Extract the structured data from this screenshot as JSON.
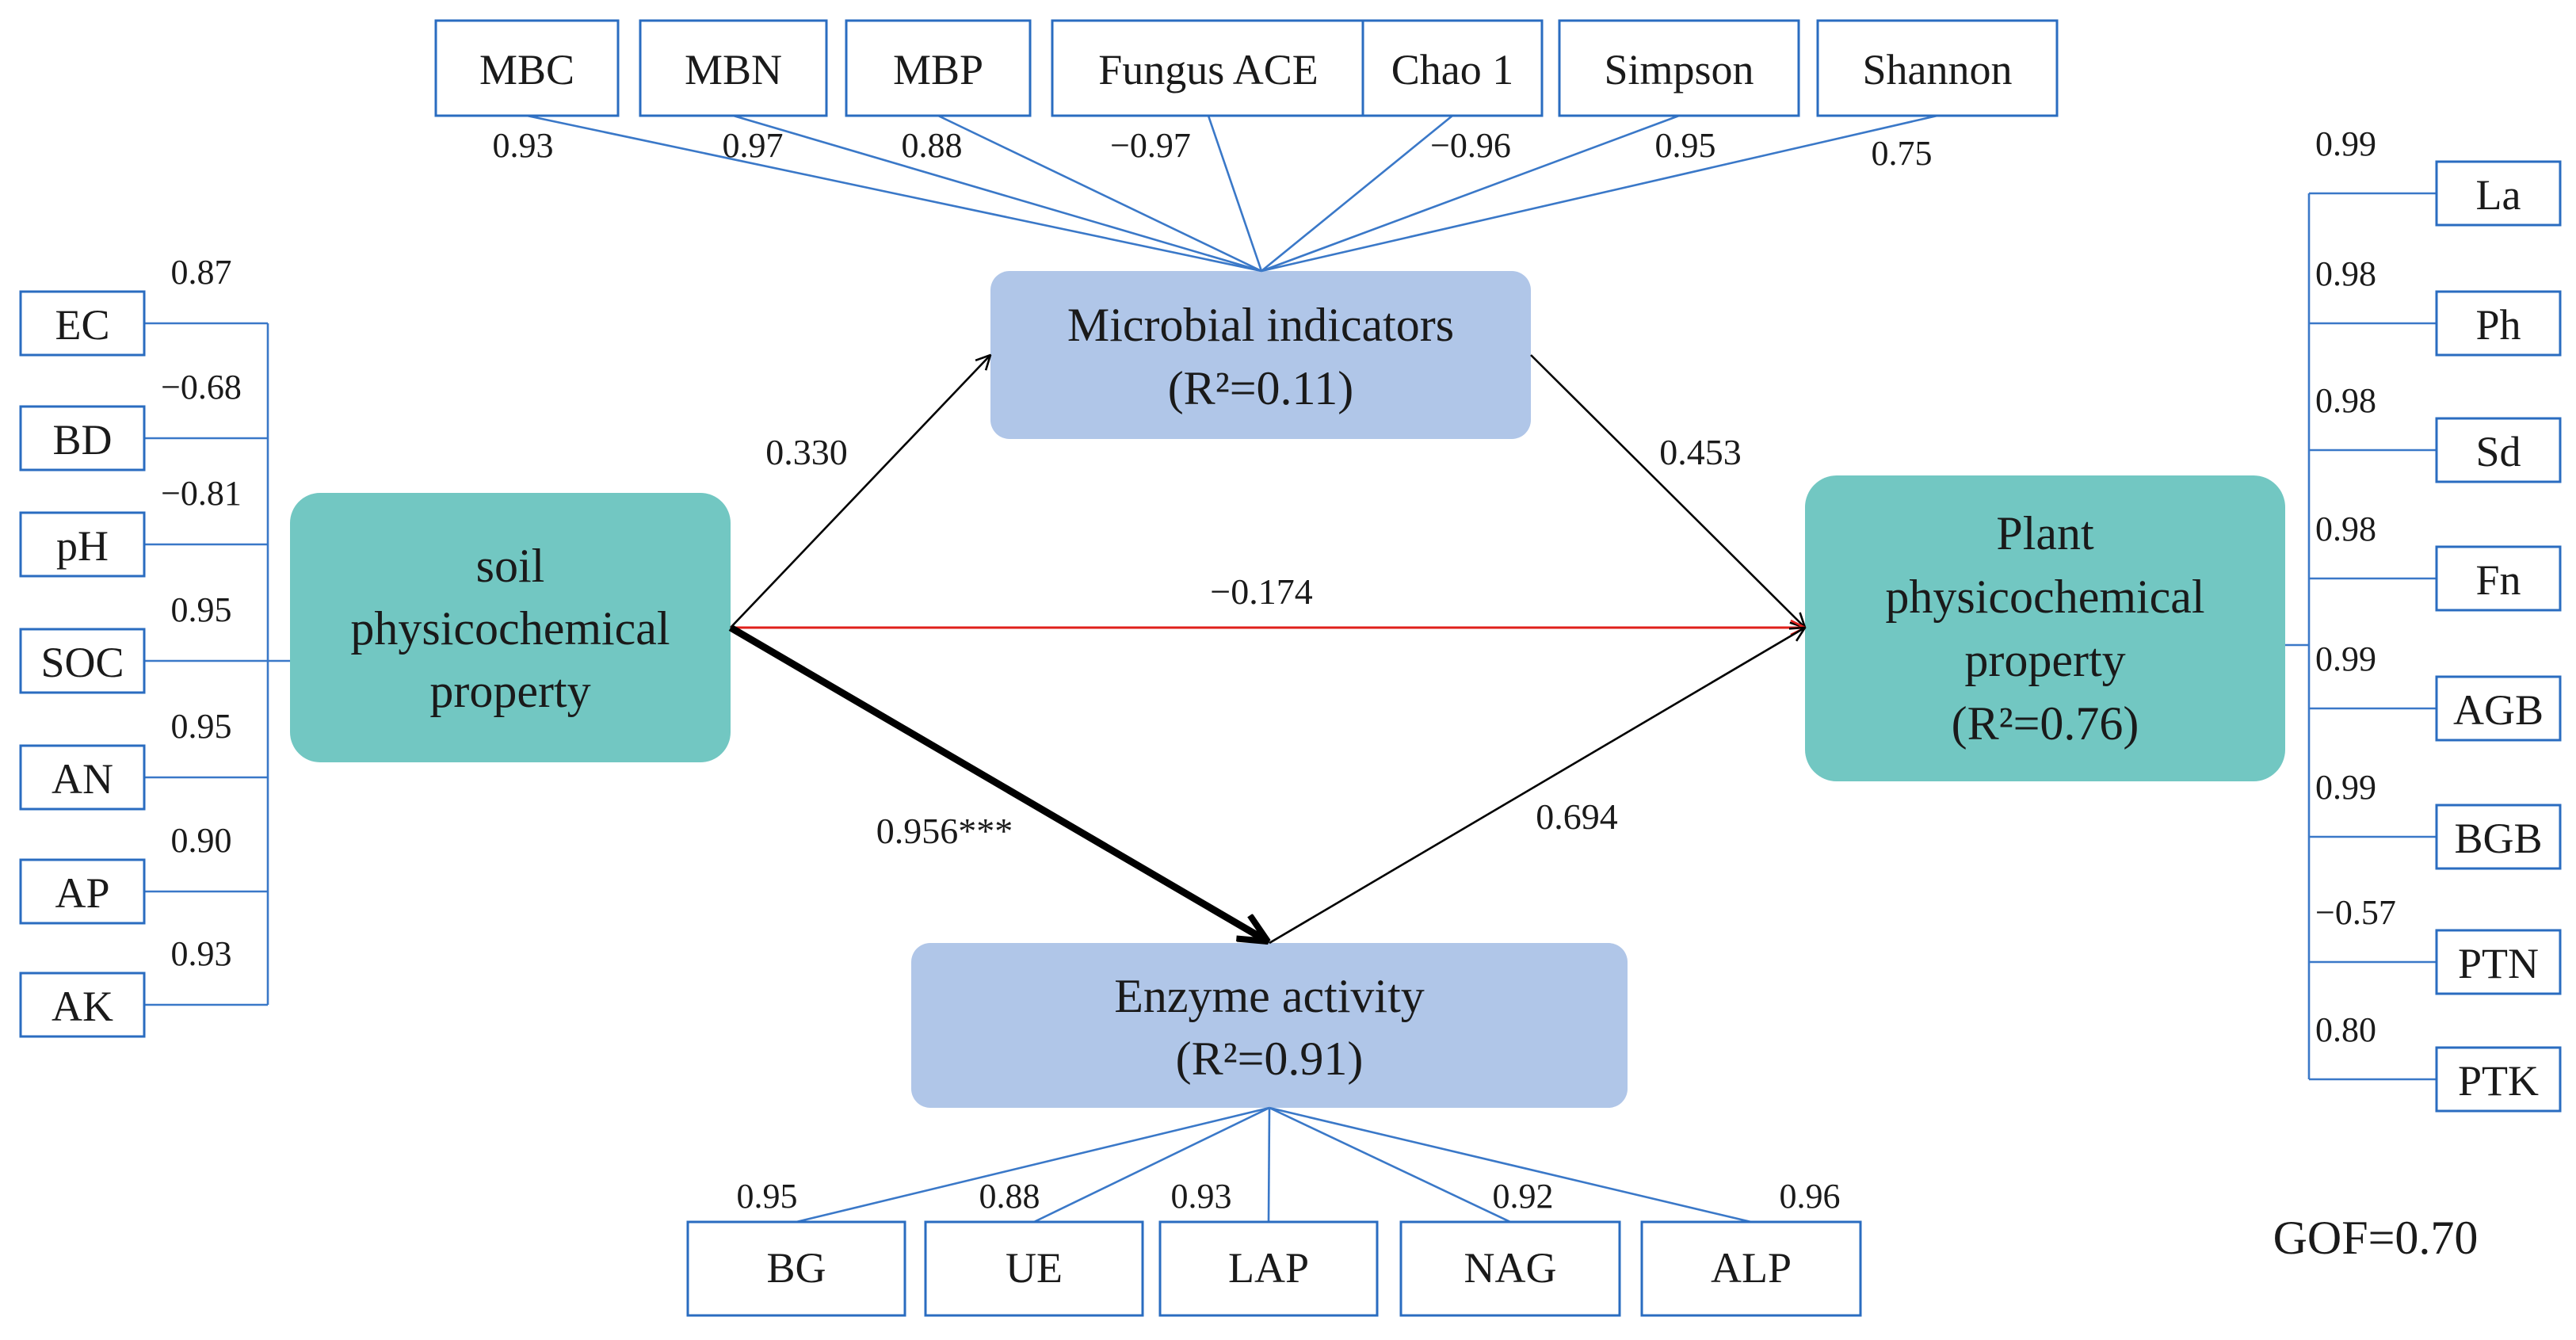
{
  "latents": {
    "soil": {
      "line1": "soil",
      "line2": "physicochemical",
      "line3": "property",
      "color": "#72c7c2"
    },
    "microbial": {
      "line1": "Microbial indicators",
      "line2": "(R²=0.11)",
      "color": "#b0c6e8"
    },
    "enzyme": {
      "line1": "Enzyme activity",
      "line2": "(R²=0.91)",
      "color": "#b0c6e8"
    },
    "plant": {
      "line1": "Plant",
      "line2": "physicochemical",
      "line3": "property",
      "line4": "(R²=0.76)",
      "color": "#72c7c2"
    }
  },
  "paths": {
    "soil_microbial": "0.330",
    "microbial_plant": "0.453",
    "soil_plant": "−0.174",
    "soil_enzyme": "0.956***",
    "enzyme_plant": "0.694"
  },
  "path_colors": {
    "negative": "#e0201b",
    "positive": "#000000"
  },
  "indicators": {
    "soil": [
      {
        "label": "EC",
        "loading": "0.87"
      },
      {
        "label": "BD",
        "loading": "−0.68"
      },
      {
        "label": "pH",
        "loading": "−0.81"
      },
      {
        "label": "SOC",
        "loading": "0.95"
      },
      {
        "label": "AN",
        "loading": "0.95"
      },
      {
        "label": "AP",
        "loading": "0.90"
      },
      {
        "label": "AK",
        "loading": "0.93"
      }
    ],
    "microbial": [
      {
        "label": "MBC",
        "loading": "0.93"
      },
      {
        "label": "MBN",
        "loading": "0.97"
      },
      {
        "label": "MBP",
        "loading": "0.88"
      },
      {
        "label": "Fungus ACE",
        "loading": "−0.97"
      },
      {
        "label": "Chao 1",
        "loading": "−0.96"
      },
      {
        "label": "Simpson",
        "loading": "0.95"
      },
      {
        "label": "Shannon",
        "loading": "0.75"
      }
    ],
    "enzyme": [
      {
        "label": "BG",
        "loading": "0.95"
      },
      {
        "label": "UE",
        "loading": "0.88"
      },
      {
        "label": "LAP",
        "loading": "0.93"
      },
      {
        "label": "NAG",
        "loading": "0.92"
      },
      {
        "label": "ALP",
        "loading": "0.96"
      }
    ],
    "plant": [
      {
        "label": "La",
        "loading": "0.99"
      },
      {
        "label": "Ph",
        "loading": "0.98"
      },
      {
        "label": "Sd",
        "loading": "0.98"
      },
      {
        "label": "Fn",
        "loading": "0.98"
      },
      {
        "label": "AGB",
        "loading": "0.99"
      },
      {
        "label": "BGB",
        "loading": "0.99"
      },
      {
        "label": "PTN",
        "loading": "−0.57"
      },
      {
        "label": "PTK",
        "loading": "0.80"
      }
    ]
  },
  "gof": "GOF=0.70"
}
